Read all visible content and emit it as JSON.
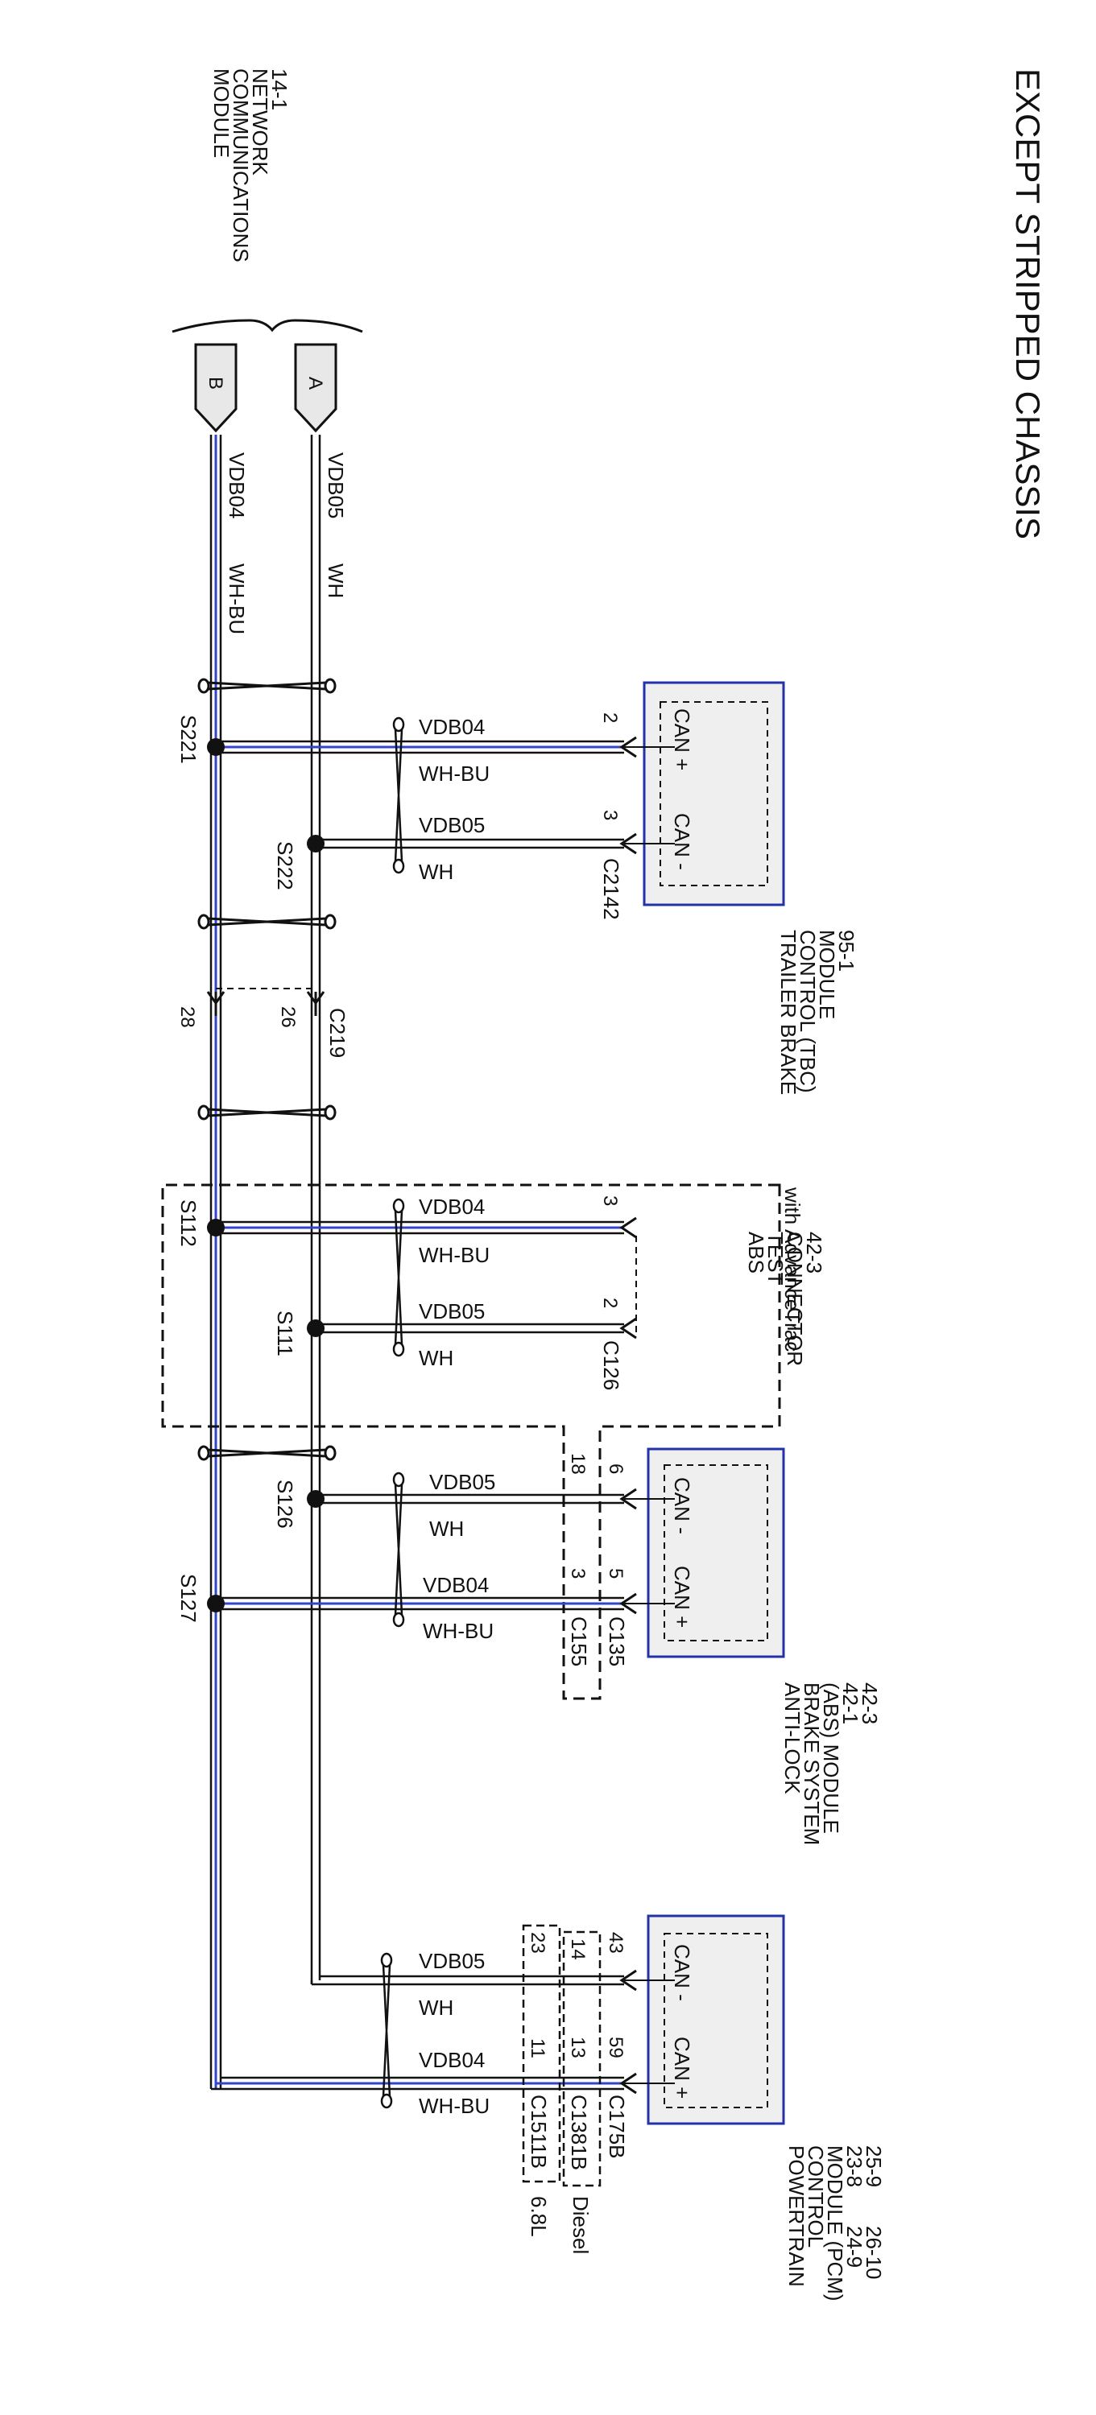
{
  "title": "EXCEPT STRIPPED CHASSIS",
  "network_ref": [
    "MODULE",
    "COMMUNICATIONS",
    "NETWORK",
    "14-1"
  ],
  "connector_a": "A",
  "connector_b": "B",
  "colors": {
    "can_high_wire": "#3344cc",
    "can_low_wire": "#111111",
    "module_border": "#2233aa",
    "module_fill": "#efefef"
  },
  "main_wires": {
    "a_circuit": "VDB05",
    "a_color": "WH",
    "b_circuit": "VDB04",
    "b_color": "WH-BU"
  },
  "splices": {
    "s221": "S221",
    "s222": "S222",
    "s112": "S112",
    "s111": "S111",
    "s126": "S126",
    "s127": "S127"
  },
  "c219": {
    "name": "C219",
    "pin_b": "28",
    "pin_a": "26"
  },
  "tbc": {
    "lines": [
      "TRAILER BRAKE",
      "CONTROL (TBC)",
      "MODULE",
      "95-1"
    ],
    "can_plus": "CAN +",
    "can_minus": "CAN -",
    "pin_plus": "2",
    "pin_minus": "3",
    "connector": "C2142",
    "w1_circuit": "VDB04",
    "w1_color": "WH-BU",
    "w2_circuit": "VDB05",
    "w2_color": "WH"
  },
  "abs_test": {
    "option": "with AdvanceTrac",
    "lines": [
      "ABS",
      "TEST",
      "CONNECTOR",
      "42-3"
    ],
    "pin_plus": "3",
    "pin_minus": "2",
    "connector": "C126",
    "w1_circuit": "VDB04",
    "w1_color": "WH-BU",
    "w2_circuit": "VDB05",
    "w2_color": "WH"
  },
  "abs": {
    "lines": [
      "ANTI-LOCK",
      "BRAKE SYSTEM",
      "(ABS) MODULE",
      "42-1",
      "42-3"
    ],
    "can_minus": "CAN -",
    "can_plus": "CAN +",
    "pin_minus": "6",
    "pin_plus": "5",
    "connector": "C135",
    "c155": "C155",
    "c155_pin_minus": "18",
    "c155_pin_plus": "3",
    "w1_circuit": "VDB05",
    "w1_color": "WH",
    "w2_circuit": "VDB04",
    "w2_color": "WH-BU"
  },
  "pcm": {
    "lines": [
      "POWERTRAIN",
      "CONTROL",
      "MODULE (PCM)"
    ],
    "refs_left": [
      "23-8",
      "25-9"
    ],
    "refs_right": [
      "24-9",
      "26-10"
    ],
    "can_minus": "CAN -",
    "can_plus": "CAN +",
    "pin_minus": "43",
    "pin_plus": "59",
    "connector": "C175B",
    "c1381b": "C1381B",
    "c1381b_pin_minus": "14",
    "c1381b_pin_plus": "13",
    "c1381b_option": "Diesel",
    "c1511b": "C1511B",
    "c1511b_pin_minus": "23",
    "c1511b_pin_plus": "11",
    "c1511b_option": "6.8L",
    "w1_circuit": "VDB05",
    "w1_color": "WH",
    "w2_circuit": "VDB04",
    "w2_color": "WH-BU"
  }
}
